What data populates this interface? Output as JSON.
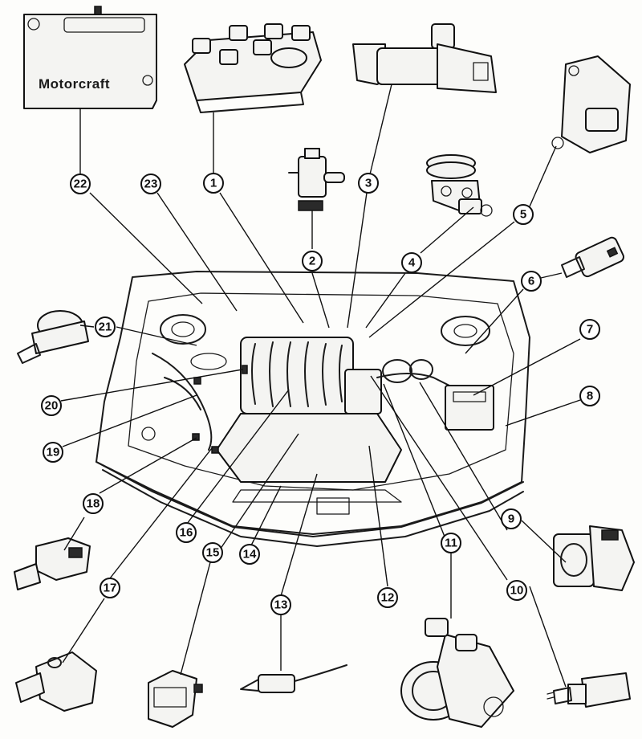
{
  "diagram": {
    "brand_label": "Motorcraft",
    "callouts": [
      {
        "id": "1",
        "label": "1"
      },
      {
        "id": "2",
        "label": "2"
      },
      {
        "id": "3",
        "label": "3"
      },
      {
        "id": "4",
        "label": "4"
      },
      {
        "id": "5",
        "label": "5"
      },
      {
        "id": "6",
        "label": "6"
      },
      {
        "id": "7",
        "label": "7"
      },
      {
        "id": "8",
        "label": "8"
      },
      {
        "id": "9",
        "label": "9"
      },
      {
        "id": "10",
        "label": "10"
      },
      {
        "id": "11",
        "label": "11"
      },
      {
        "id": "12",
        "label": "12"
      },
      {
        "id": "13",
        "label": "13"
      },
      {
        "id": "14",
        "label": "14"
      },
      {
        "id": "15",
        "label": "15"
      },
      {
        "id": "16",
        "label": "16"
      },
      {
        "id": "17",
        "label": "17"
      },
      {
        "id": "18",
        "label": "18"
      },
      {
        "id": "19",
        "label": "19"
      },
      {
        "id": "20",
        "label": "20"
      },
      {
        "id": "21",
        "label": "21"
      },
      {
        "id": "22",
        "label": "22"
      },
      {
        "id": "23",
        "label": "23"
      }
    ]
  }
}
